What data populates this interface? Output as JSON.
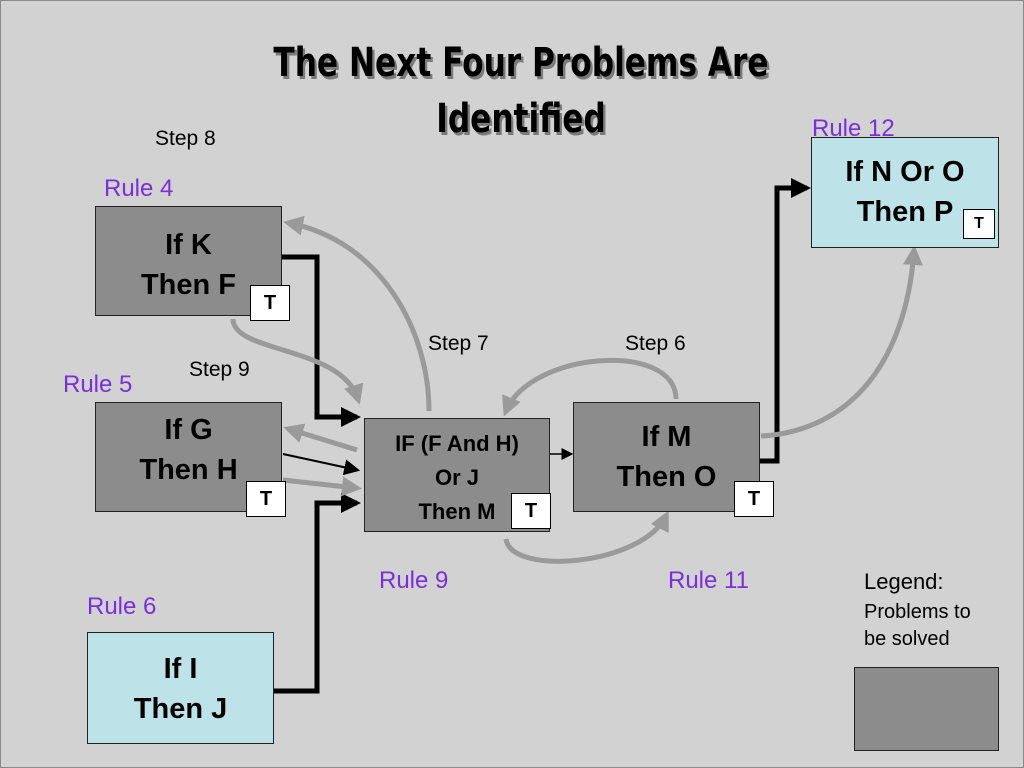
{
  "slide": {
    "title_line1": "The Next Four Problems Are",
    "title_line2": "Identified"
  },
  "boxes": {
    "rule4": {
      "text": "If K\nThen F",
      "badge": "T"
    },
    "rule5": {
      "text": "If G\nThen H",
      "badge": "T"
    },
    "rule6": {
      "text": "If I\nThen J"
    },
    "rule9": {
      "text": "IF (F And H)\nOr J\nThen M",
      "badge": "T"
    },
    "rule11": {
      "text": "If M\nThen O",
      "badge": "T"
    },
    "rule12": {
      "text": "If N Or O\nThen P",
      "badge": "T"
    }
  },
  "rule_labels": {
    "rule4": "Rule 4",
    "rule5": "Rule 5",
    "rule6": "Rule 6",
    "rule9": "Rule 9",
    "rule11": "Rule 11",
    "rule12": "Rule 12"
  },
  "steps": {
    "step6": "Step 6",
    "step7": "Step 7",
    "step8": "Step 8",
    "step9": "Step 9"
  },
  "legend": {
    "title": "Legend:",
    "description": "Problems to\nbe solved"
  },
  "colors": {
    "problem_box": "#8c8c8c",
    "solved_box": "#bde3e8",
    "rule_label": "#7b2fd6",
    "step_arrow": "#9a9a9a",
    "background": "#d2d2d2"
  }
}
